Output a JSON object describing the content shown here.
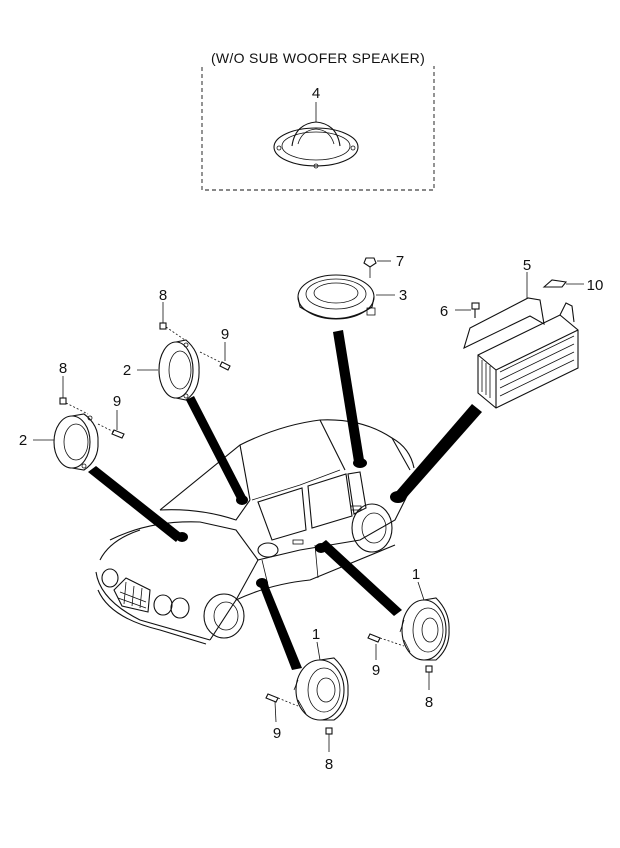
{
  "variant_box": {
    "title": "(W/O SUB WOOFER SPEAKER)"
  },
  "callouts": {
    "part_4": "4",
    "part_7": "7",
    "part_3": "3",
    "part_5": "5",
    "part_10": "10",
    "part_6": "6",
    "part_8_upper_left": "8",
    "part_9_upper_left": "9",
    "part_2_upper_left": "2",
    "part_8_left": "8",
    "part_9_left": "9",
    "part_2_left": "2",
    "part_1_right": "1",
    "part_9_right": "9",
    "part_8_right": "8",
    "part_1_bottom": "1",
    "part_9_bottom": "9",
    "part_8_bottom": "8"
  }
}
